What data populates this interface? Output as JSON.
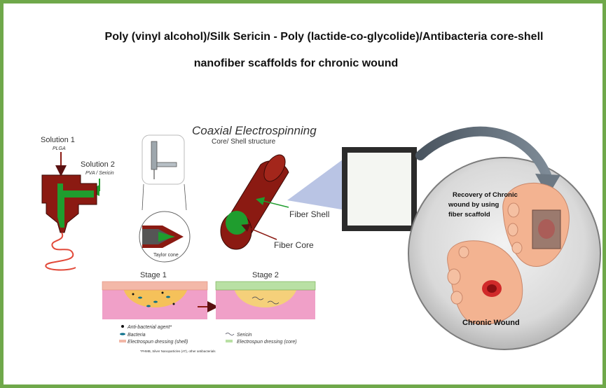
{
  "title": {
    "line1": "Poly (vinyl alcohol)/Silk Sericin - Poly (lactide-co-glycolide)/Antibacteria  core-shell",
    "line2": "nanofiber scaffolds for chronic wound"
  },
  "electrospinning": {
    "heading": "Coaxial Electrospinning",
    "subheading": "Core/ Shell structure",
    "solution1_label": "Solution 1",
    "solution1_material": "PLGA",
    "solution2_label": "Solution 2",
    "solution2_material": "PVA / Sericin",
    "taylor_cone_label": "Taylor cone",
    "fiber_shell_label": "Fiber Shell",
    "fiber_core_label": "Fiber Core"
  },
  "stages": {
    "stage1_label": "Stage 1",
    "stage2_label": "Stage 2",
    "legend": {
      "antibacterial": "Anti-bacterial agent*",
      "bacteria": "Bacteria",
      "shell_dressing": "Electrospun dressing (shell)",
      "sericin": "Sericin",
      "core_dressing": "Electrospun dressing (core)",
      "footnote": "*PHMB, Silver Nanoparticles (AT), other antibacterials"
    }
  },
  "wound": {
    "recovery_label_l1": "Recovery of Chronic",
    "recovery_label_l2": "wound by using",
    "recovery_label_l3": "fiber scaffold",
    "chronic_label": "Chronic Wound"
  },
  "colors": {
    "frame": "#6fa84a",
    "shell": "#8b1a12",
    "core": "#1f9d2e",
    "skin": "#f0a0c8",
    "cone": "#b9c4e4"
  }
}
